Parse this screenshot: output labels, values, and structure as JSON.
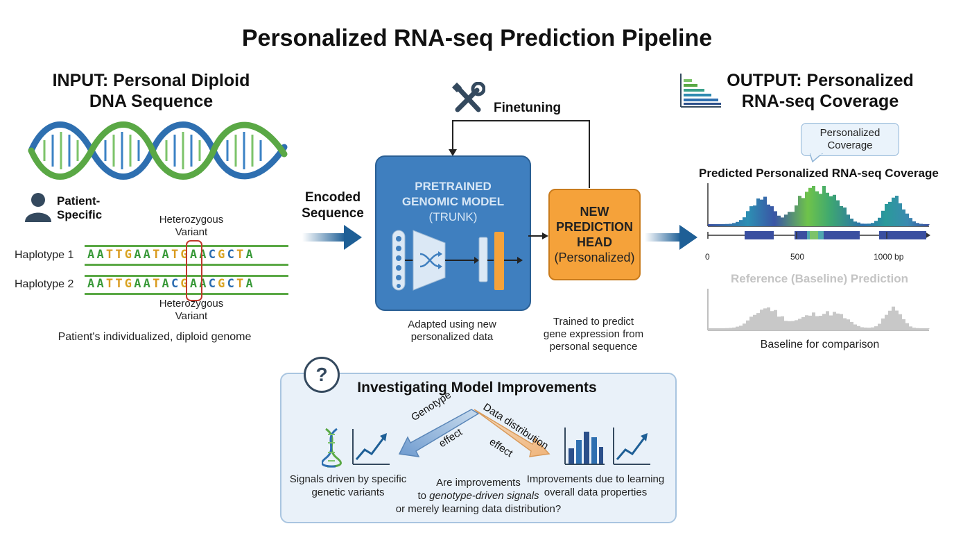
{
  "title": "Personalized RNA-seq Prediction Pipeline",
  "input": {
    "title_line1": "INPUT: Personal Diploid",
    "title_line2": "DNA Sequence",
    "patient_label_line1": "Patient-",
    "patient_label_line2": "Specific",
    "variant_top_line1": "Heterozygous",
    "variant_top_line2": "Variant",
    "variant_bottom_line1": "Heterozygous",
    "variant_bottom_line2": "Variant",
    "haplotypes": [
      {
        "label": "Haplotype 1",
        "sequence": "AATTGAATATGAACGCTA"
      },
      {
        "label": "Haplotype 2",
        "sequence": "AATTGAATACGAACGCTA"
      }
    ],
    "caption": "Patient's individualized, diploid genome",
    "base_colors": {
      "A": "#3a9a3a",
      "T": "#d99a1e",
      "G": "#d9a321",
      "C": "#2b6cb0"
    }
  },
  "encoded": {
    "line1": "Encoded",
    "line2": "Sequence"
  },
  "finetuning": {
    "label": "Finetuning"
  },
  "trunk": {
    "line1": "PRETRAINED",
    "line2": "GENOMIC MODEL",
    "line3": "(TRUNK)",
    "caption_line1": "Adapted using new",
    "caption_line2": "personalized data"
  },
  "head": {
    "line1": "NEW",
    "line2": "PREDICTION",
    "line3": "HEAD",
    "line4": "(Personalized)",
    "caption_line1": "Trained to predict",
    "caption_line2": "gene expression from",
    "caption_line3": "personal sequence"
  },
  "output": {
    "title_line1": "OUTPUT: Personalized",
    "title_line2": "RNA-seq Coverage",
    "callout_line1": "Personalized",
    "callout_line2": "Coverage",
    "predicted_title": "Predicted Personalized RNA-seq Coverage",
    "axis_ticks": [
      "0",
      "500",
      "1000 bp"
    ],
    "reference_title": "Reference (Baseline) Prediction",
    "reference_caption": "Baseline for comparison"
  },
  "investigation": {
    "title": "Investigating Model Improvements",
    "question_mark": "?",
    "left_arrow_top": "Genotype",
    "left_arrow_bottom": "effect",
    "right_arrow_top": "Data distribution",
    "right_arrow_bottom": "effect",
    "left_caption_line1": "Signals driven by specific",
    "left_caption_line2": "genetic variants",
    "right_caption_line1": "Improvements due to learning",
    "right_caption_line2": "overall data properties",
    "center_line1": "Are improvements",
    "center_line2_prefix": "to ",
    "center_line2_emph": "genotype-driven signals",
    "center_line3": "or merely learning data distribution?"
  },
  "colors": {
    "blue": "#3f7fbf",
    "dark_blue": "#1e5f96",
    "orange": "#f5a23a",
    "green": "#4caf50",
    "gray": "#c8c8c8",
    "navy": "#34495e"
  }
}
